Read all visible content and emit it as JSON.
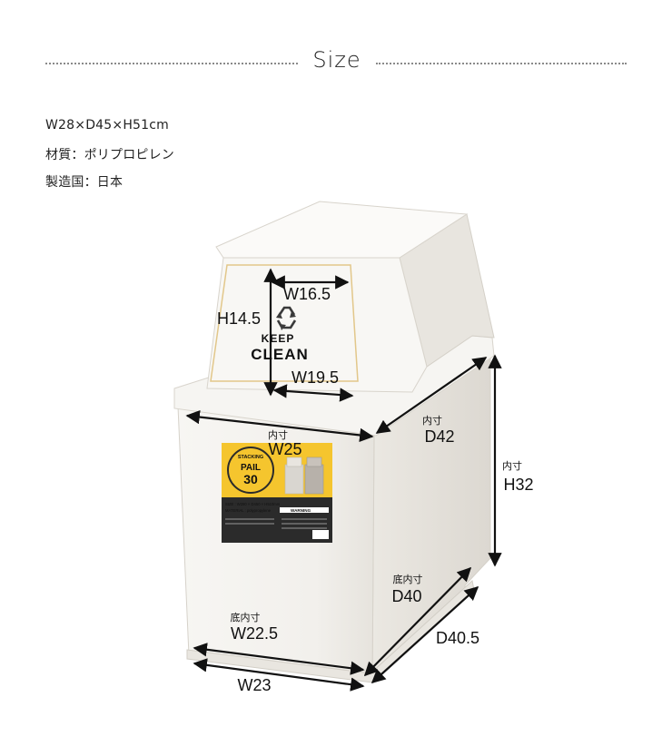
{
  "header": {
    "title": "Size"
  },
  "specs": {
    "dimensions": "W28×D45×H51cm",
    "material": "材質：ポリプロピレン",
    "origin": "製造国：日本"
  },
  "dimension_labels": {
    "lid_top_width": "W16.5",
    "lid_height": "H14.5",
    "lid_bottom_width": "W19.5",
    "inner_width_caption": "内寸",
    "inner_width": "W25",
    "inner_depth_caption": "内寸",
    "inner_depth": "D42",
    "inner_height_caption": "内寸",
    "inner_height": "H32",
    "bottom_depth_caption": "底内寸",
    "bottom_depth": "D40",
    "bottom_width_caption": "底内寸",
    "bottom_width": "W22.5",
    "outer_depth": "D40.5",
    "outer_width": "W23"
  },
  "lid_print": {
    "line1": "KEEP",
    "line2": "CLEAN"
  },
  "product_label": {
    "badge_arc": "STACKING",
    "badge_name": "PAIL",
    "badge_number": "30",
    "warning": "WARNING",
    "size_line": "SIZE : W280 × D450 × H510mm",
    "material_line": "MATERIAL : polypropylene"
  },
  "colors": {
    "accent_yellow": "#f5c52e",
    "label_dark": "#2b2b2b",
    "bin_body": "#f4f2ee",
    "bin_edge": "#dedbd5",
    "arrow": "#111111"
  }
}
